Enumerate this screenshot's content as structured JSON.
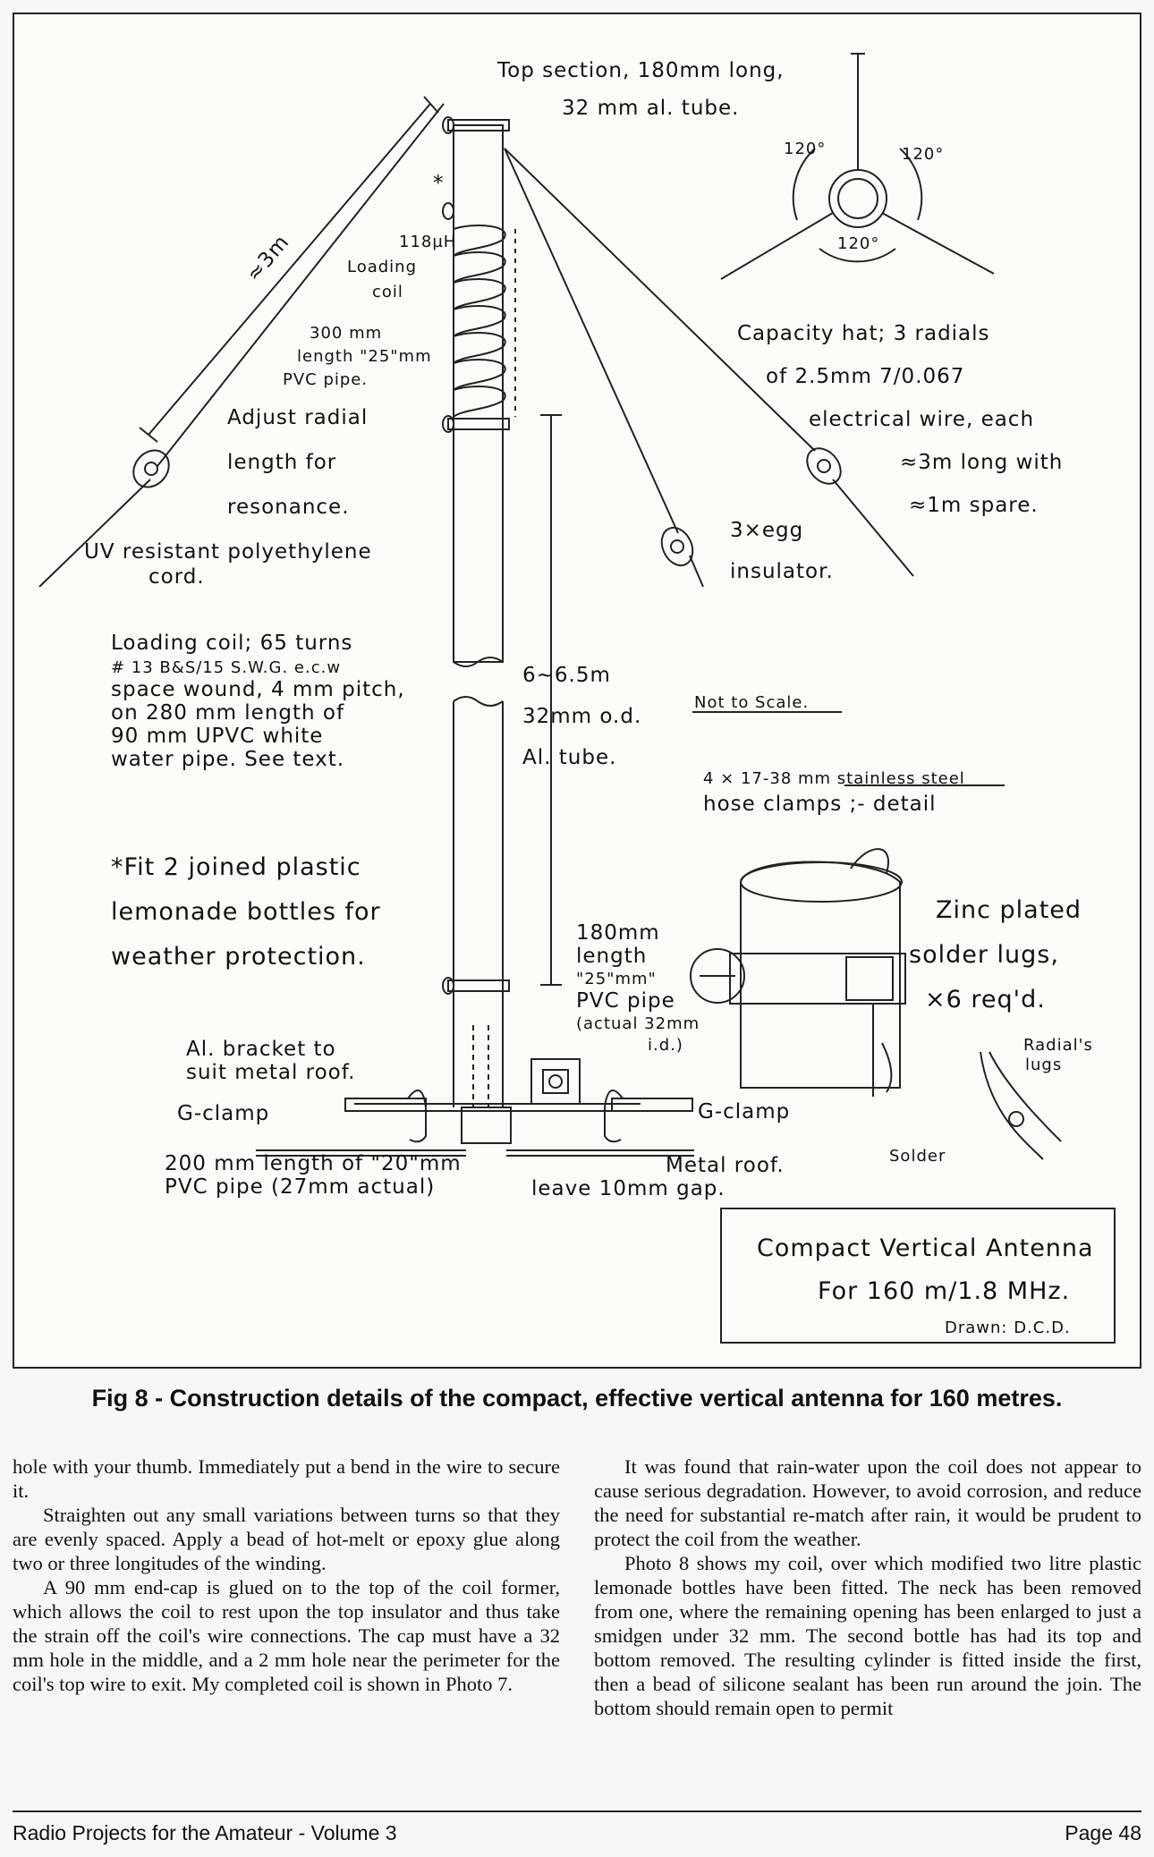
{
  "figure": {
    "labels": {
      "top_section_1": "Top section, 180mm long,",
      "top_section_2": "32 mm al. tube.",
      "approx_3m": "≈3m",
      "asterisk": "*",
      "inductance_1": "118µH",
      "inductance_2": "Loading",
      "inductance_3": "coil",
      "pipe300_1": "300 mm",
      "pipe300_2": "length \"25\"mm",
      "pipe300_3": "PVC pipe.",
      "adjust_1": "Adjust radial",
      "adjust_2": "length for",
      "adjust_3": "resonance.",
      "uv_1": "UV resistant polyethylene",
      "uv_2": "cord.",
      "cap_hat_1": "Capacity hat; 3 radials",
      "cap_hat_2": "of 2.5mm 7/0.067",
      "cap_hat_3": "electrical wire, each",
      "cap_hat_4": "≈3m long with",
      "cap_hat_5": "≈1m spare.",
      "egg_1": "3×egg",
      "egg_2": "insulator.",
      "angle_1": "120°",
      "angle_2": "120°",
      "angle_3": "120°",
      "coil_1": "Loading coil; 65 turns",
      "coil_2": "# 13 B&S/15 S.W.G. e.c.w",
      "coil_3": "space wound, 4 mm pitch,",
      "coil_4": "on 280 mm length of",
      "coil_5": "90 mm UPVC   white",
      "coil_6": "water pipe. See text.",
      "height": "6~6.5m",
      "od": "32mm o.d.",
      "al_tube": "Al. tube.",
      "not_to_scale": "Not to Scale.",
      "clamps_1": "4 × 17-38 mm stainless steel",
      "clamps_2": "hose clamps ;- detail",
      "bottles_1": "*Fit 2 joined plastic",
      "bottles_2": "lemonade bottles for",
      "bottles_3": "weather protection.",
      "pipe180_1": "180mm",
      "pipe180_2": "length",
      "pipe180_3": "\"25\"mm\"",
      "pipe180_4": "PVC pipe",
      "pipe180_5": "(actual 32mm",
      "pipe180_6": "i.d.)",
      "zinc_1": "Zinc plated",
      "zinc_2": "solder lugs,",
      "zinc_3": "×6 req'd.",
      "radials_1": "Radial's",
      "radials_2": "lugs",
      "solder": "Solder",
      "bracket_1": "Al. bracket to",
      "bracket_2": "suit metal roof.",
      "gclamp_left": "G-clamp",
      "gclamp_right": "G-clamp",
      "pipe200_1": "200 mm length of \"20\"mm",
      "pipe200_2": "PVC pipe (27mm actual)",
      "metal_roof": "Metal roof.",
      "gap": "leave 10mm gap.",
      "title_1": "Compact Vertical Antenna",
      "title_2": "For 160 m/1.8 MHz.",
      "drawn": "Drawn: D.C.D."
    }
  },
  "caption": "Fig 8 - Construction details of the compact, effective vertical antenna for 160 metres.",
  "body": {
    "left": [
      "hole with your thumb. Immediately put a bend in the wire to secure it.",
      "Straighten out any small variations between turns so that they are evenly spaced. Apply a bead of hot-melt or epoxy glue along two or three longitudes of the winding.",
      "A 90 mm end-cap is glued on to the top of the coil former, which allows the coil to rest upon the top insulator and thus take the strain off the coil's wire connections. The cap must have a 32 mm hole in the middle, and a 2 mm hole near the perimeter for the coil's top wire to exit. My completed coil is shown in Photo 7."
    ],
    "right": [
      "It was found that rain-water upon the coil does not appear to cause serious degradation. However, to avoid corrosion, and reduce the need for substantial re-match after rain, it would be prudent to protect the coil from the weather.",
      "Photo 8 shows my coil, over which modified two litre plastic lemonade bottles have been fitted. The neck has been removed from one, where the remaining opening has been enlarged to just a smidgen under 32 mm. The second bottle has had its top and bottom removed. The resulting cylinder is fitted inside the first, then a bead of silicone sealant has been run around the join. The bottom should remain open to permit"
    ]
  },
  "footer": {
    "left": "Radio Projects for the Amateur - Volume 3",
    "right": "Page 48"
  }
}
